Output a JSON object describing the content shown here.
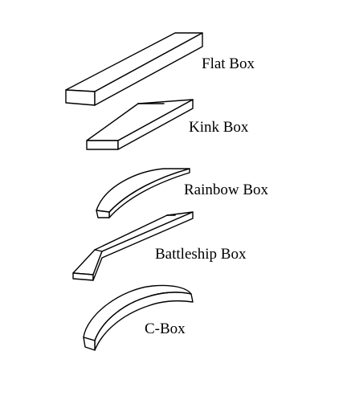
{
  "diagram": {
    "items": [
      {
        "id": "flat",
        "label": "Flat Box"
      },
      {
        "id": "kink",
        "label": "Kink Box"
      },
      {
        "id": "rainbow",
        "label": "Rainbow Box"
      },
      {
        "id": "battleship",
        "label": "Battleship Box"
      },
      {
        "id": "cbox",
        "label": "C-Box"
      }
    ]
  }
}
